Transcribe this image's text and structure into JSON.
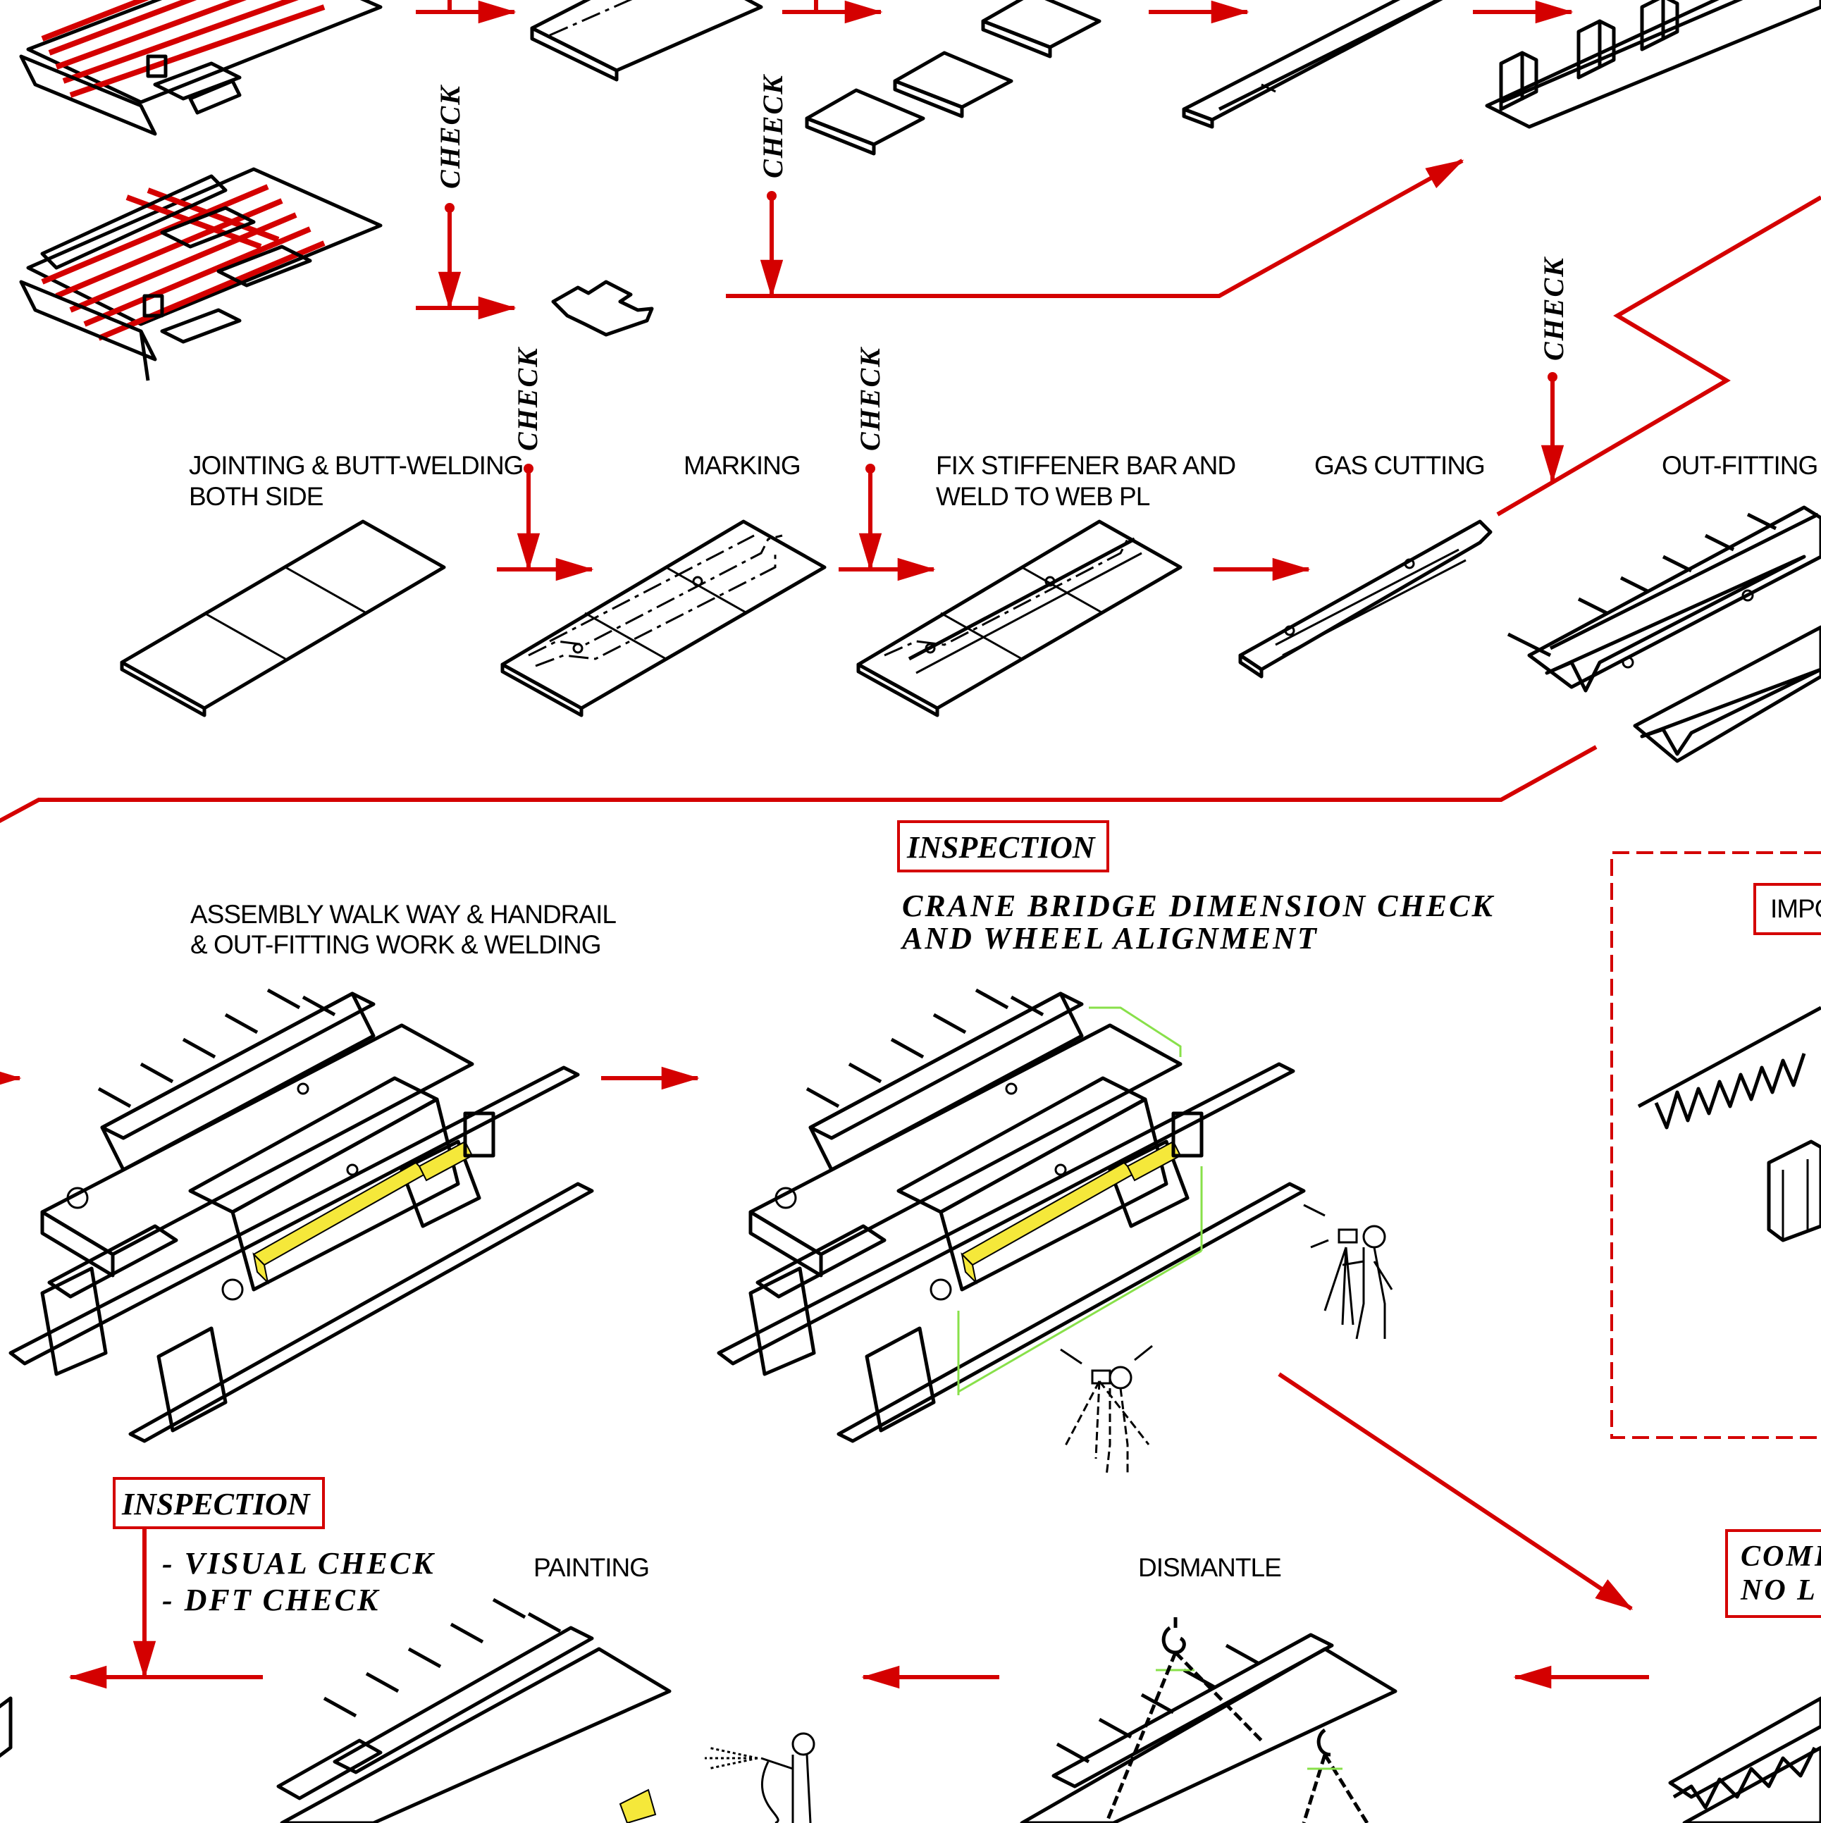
{
  "labels": {
    "jointing_1": "JOINTING & BUTT-WELDING",
    "jointing_2": "BOTH SIDE",
    "marking": "MARKING",
    "fix_1": "FIX STIFFENER BAR AND",
    "fix_2": "WELD TO WEB PL",
    "gas_cutting": "GAS CUTTING",
    "outfitting": "OUT-FITTING W",
    "assembly_1": "ASSEMBLY WALK WAY & HANDRAIL",
    "assembly_2": "& OUT-FITTING WORK & WELDING",
    "painting": "PAINTING",
    "dismantle": "DISMANTLE"
  },
  "check_label": "CHECK",
  "inspection_top": {
    "title": "INSPECTION",
    "line1": "CRANE BRIDGE DIMENSION CHECK",
    "line2": "AND WHEEL ALIGNMENT"
  },
  "inspection_bottom": {
    "title": "INSPECTION",
    "line1": "- VISUAL CHECK",
    "line2": "- DFT CHECK"
  },
  "partial_boxes": {
    "impo": "IMPO",
    "comp": "COMP",
    "nol": "NO L"
  },
  "colors": {
    "flow_red": "#d40000",
    "highlight_yellow": "#f5e83a",
    "measure_green": "#88e04a",
    "line_black": "#000000"
  }
}
